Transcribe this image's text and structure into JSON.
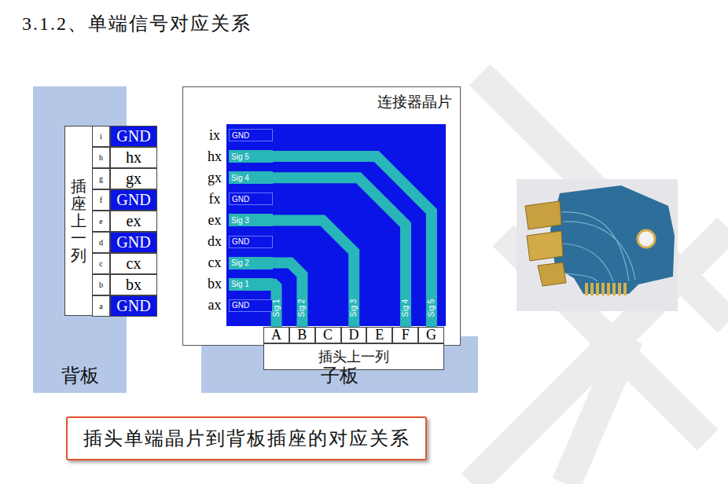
{
  "diagram": {
    "title": "3.1.2、单端信号对应关系",
    "caption": "插头单端晶片到背板插座的对应关系",
    "nodes": [
      {
        "text": [
          "背板"
        ]
      },
      {
        "text": [
          "插座上一列"
        ],
        "in": 0
      },
      {
        "text": [
          "子板"
        ]
      },
      {
        "text": [
          "连接器晶片"
        ]
      },
      {
        "text": [
          "插头上一列"
        ]
      }
    ],
    "labels": [
      "i",
      "GND",
      "h",
      "hx",
      "g",
      "gx",
      "f",
      "GND",
      "e",
      "ex",
      "d",
      "GND",
      "c",
      "cx",
      "b",
      "bx",
      "a",
      "GND",
      "ix",
      "GND",
      "hx",
      "Sig 5",
      "gx",
      "Sig 4",
      "fx",
      "GND",
      "ex",
      "Sig 3",
      "dx",
      "GND",
      "cx",
      "Sig 2",
      "bx",
      "Sig 1",
      "ax",
      "GND",
      "Sig 1",
      "Sig 2",
      "Sig 3",
      "Sig 4",
      "Sig 5",
      "A",
      "B",
      "C",
      "D",
      "E",
      "F",
      "G"
    ]
  }
}
